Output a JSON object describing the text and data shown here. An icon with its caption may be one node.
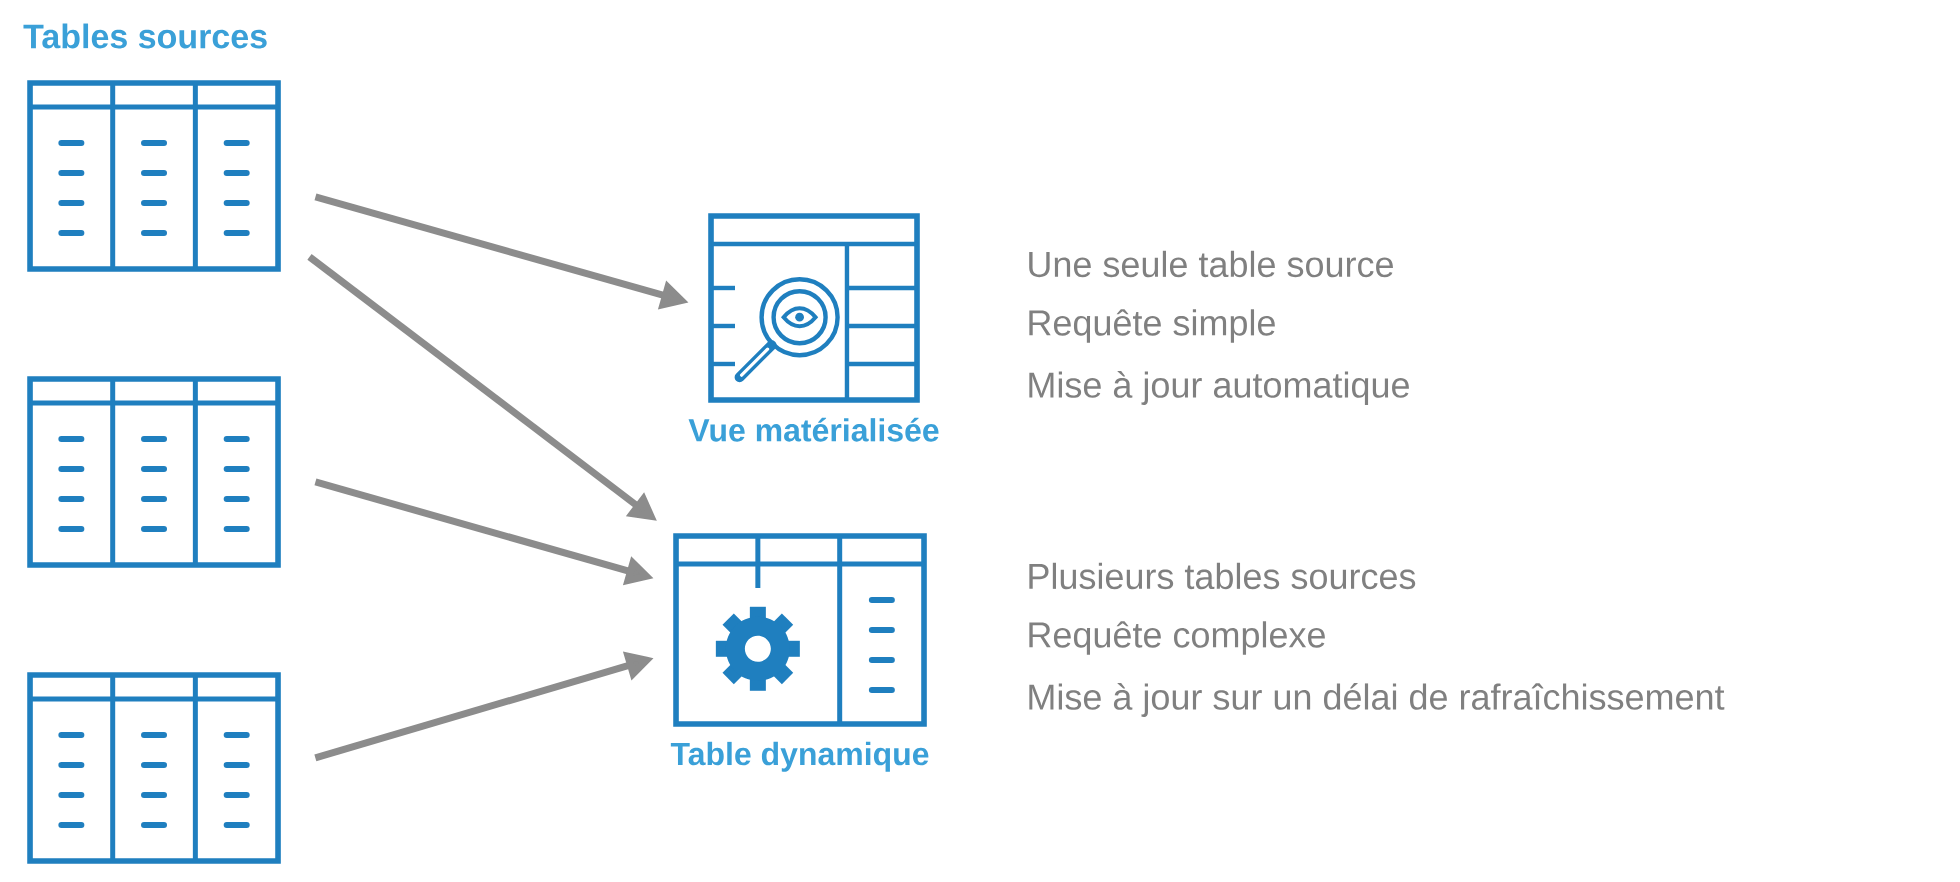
{
  "diagram": {
    "title": "Tables sources",
    "nodes": [
      {
        "text": [],
        "shape": "picture"
      },
      {
        "text": [],
        "shape": "picture"
      },
      {
        "text": [],
        "shape": "picture"
      },
      {
        "text": [
          "Vue matérialisée"
        ],
        "beside": [
          "Une seule table source",
          "Requête simple",
          "Mise à jour automatique"
        ]
      },
      {
        "text": [
          "Table dynamique"
        ],
        "beside": [
          "Plusieurs tables sources",
          "Requête complexe",
          "Mise à jour sur un délai de rafraîchissement"
        ]
      }
    ],
    "edges": [
      {
        "from": 0,
        "to": 3,
        "arrow": "to"
      },
      {
        "from": 0,
        "to": 4,
        "arrow": "to"
      },
      {
        "from": 1,
        "to": 4,
        "arrow": "to"
      },
      {
        "from": 2,
        "to": 4,
        "arrow": "to"
      }
    ]
  }
}
